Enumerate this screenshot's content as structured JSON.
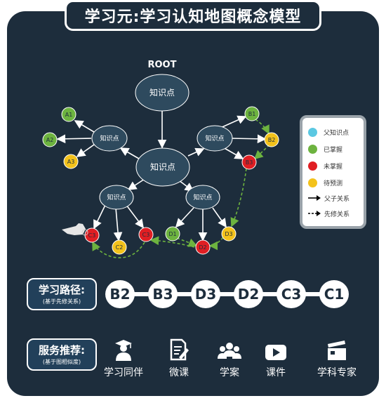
{
  "title": "学习元:学习认知地图概念模型",
  "diagram": {
    "root_label": "ROOT",
    "nodes": {
      "root": "知识点",
      "center": "知识点",
      "left_top": "知识点",
      "right_top": "知识点",
      "left_bottom": "知识点",
      "right_bottom": "知识点",
      "a1": "A1",
      "a2": "A2",
      "a3": "A3",
      "b1": "B1",
      "b2": "B2",
      "b3": "B3",
      "c1": "C1",
      "c2": "C2",
      "c3": "C3",
      "d1": "D1",
      "d2": "D2",
      "d3": "D3"
    },
    "colors": {
      "node_fill": "#2e4a5e",
      "cyan": "#5bc8e2",
      "green": "#6db33f",
      "red": "#e01e23",
      "yellow": "#f3c21b",
      "dashed_path": "#6db33f"
    }
  },
  "legend": {
    "items": [
      {
        "label": "父知识点",
        "color": "#5bc8e2"
      },
      {
        "label": "已掌握",
        "color": "#6db33f"
      },
      {
        "label": "未掌握",
        "color": "#e01e23"
      },
      {
        "label": "待预测",
        "color": "#f3c21b"
      }
    ],
    "parent_child": "父子关系",
    "prerequisite": "先修关系"
  },
  "path_section": {
    "title": "学习路径:",
    "subtitle": "(基于先修关系)",
    "steps": [
      "B2",
      "B3",
      "D3",
      "D2",
      "C3",
      "C1"
    ]
  },
  "service_section": {
    "title": "服务推荐:",
    "subtitle": "(基于图相似度)",
    "items": [
      {
        "label": "学习同伴",
        "icon": "graduate-icon"
      },
      {
        "label": "微课",
        "icon": "document-edit-icon"
      },
      {
        "label": "学案",
        "icon": "group-icon"
      },
      {
        "label": "课件",
        "icon": "play-video-icon"
      },
      {
        "label": "学科专家",
        "icon": "clapperboard-icon"
      }
    ]
  }
}
